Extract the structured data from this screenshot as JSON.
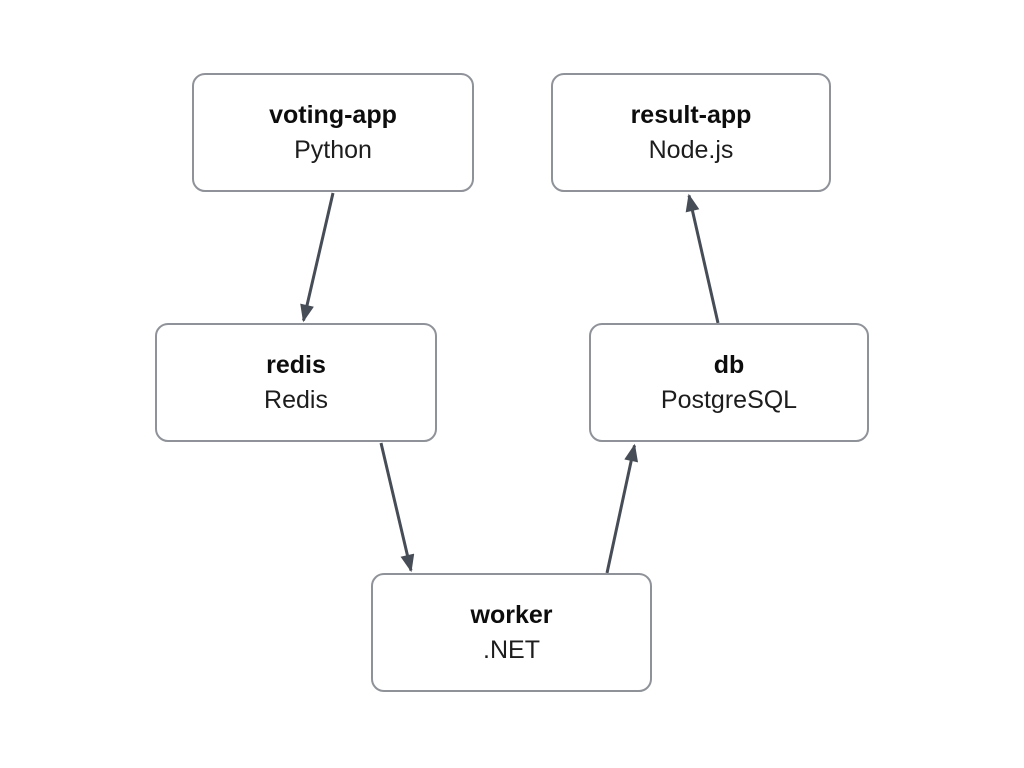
{
  "diagram": {
    "background_color": "#ffffff",
    "node_border_color": "#8f9399",
    "node_background_color": "#ffffff",
    "edge_color": "#474d56",
    "title_text_color": "#0d0d0d",
    "subtitle_text_color": "#1d1d1d"
  },
  "nodes": [
    {
      "id": "voting-app",
      "name": "voting-app",
      "tech": "Python"
    },
    {
      "id": "result-app",
      "name": "result-app",
      "tech": "Node.js"
    },
    {
      "id": "redis",
      "name": "redis",
      "tech": "Redis"
    },
    {
      "id": "db",
      "name": "db",
      "tech": "PostgreSQL"
    },
    {
      "id": "worker",
      "name": "worker",
      "tech": ".NET"
    }
  ],
  "edges": [
    {
      "from": "voting-app",
      "to": "redis"
    },
    {
      "from": "redis",
      "to": "worker"
    },
    {
      "from": "worker",
      "to": "db"
    },
    {
      "from": "db",
      "to": "result-app"
    }
  ]
}
